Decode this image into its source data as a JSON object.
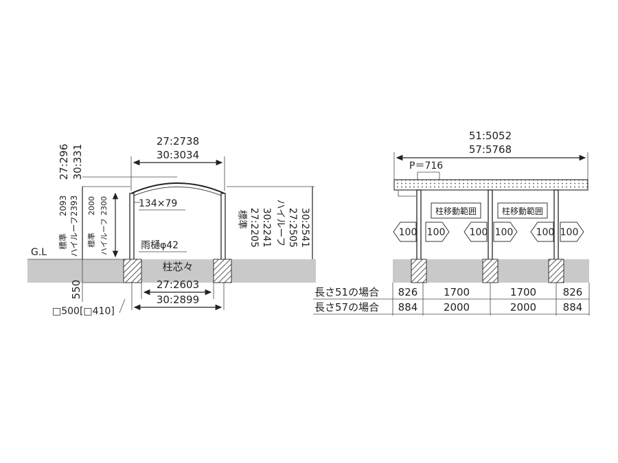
{
  "colors": {
    "ground": "#c9c9c9",
    "line": "#222222",
    "hatch": "#555555",
    "background": "#ffffff"
  },
  "side": {
    "width_top": [
      "27:2738",
      "30:3034"
    ],
    "roof_rise": [
      "27:296",
      "30:331"
    ],
    "height_left": [
      "2093",
      "2393"
    ],
    "height_left_labels": [
      "標準",
      "ハイルーフ"
    ],
    "clear_height": [
      "2000",
      "2300"
    ],
    "clear_height_labels": [
      "標準",
      "ハイルーフ"
    ],
    "right_labels": [
      "標準",
      "ハイルーフ"
    ],
    "right_values": [
      "27:2205",
      "30:2241",
      "27:2505",
      "30:2541"
    ],
    "post_size": "134×79",
    "gutter": "雨樋φ42",
    "gl": "G.L",
    "post_center_label": "柱芯々",
    "post_center_values": [
      "27:2603",
      "30:2899"
    ],
    "foundation_depth": "550",
    "foundation_size": "□500[□410]"
  },
  "front": {
    "total_length": [
      "51:5052",
      "57:5768"
    ],
    "pitch": "P＝716",
    "move_range_label": "柱移動範囲",
    "arrow_value": "100",
    "rows": [
      {
        "label": "長さ51の場合",
        "values": [
          "826",
          "1700",
          "1700",
          "826"
        ]
      },
      {
        "label": "長さ57の場合",
        "values": [
          "884",
          "2000",
          "2000",
          "884"
        ]
      }
    ]
  }
}
